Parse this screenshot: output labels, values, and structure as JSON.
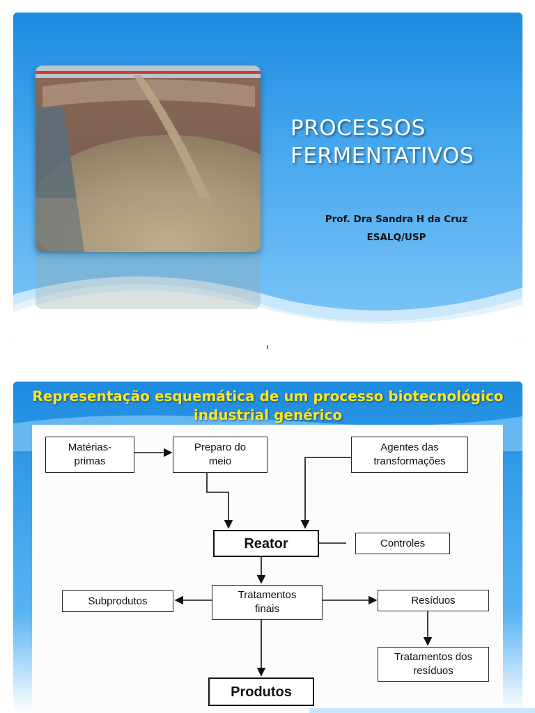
{
  "slide1": {
    "title_line1": "PROCESSOS",
    "title_line2": "FERMENTATIVOS",
    "author": "Prof. Dra Sandra H da Cruz",
    "institution": "ESALQ/USP"
  },
  "slide2": {
    "title": "Representação esquemática de um processo biotecnológico industrial genérico",
    "boxes": {
      "materias_primas": "Matérias-\nprimas",
      "preparo_meio": "Preparo do\nmeio",
      "agentes": "Agentes das\ntransformações",
      "reator": "Reator",
      "controles": "Controles",
      "subprodutos": "Subprodutos",
      "tratamentos_finais": "Tratamentos\nfinais",
      "residuos": "Resíduos",
      "tratamentos_residuos": "Tratamentos dos\nresíduos",
      "produtos": "Produtos"
    }
  },
  "colors": {
    "slide_blue": "#1c8be0",
    "title_yellow": "#ffe620"
  }
}
